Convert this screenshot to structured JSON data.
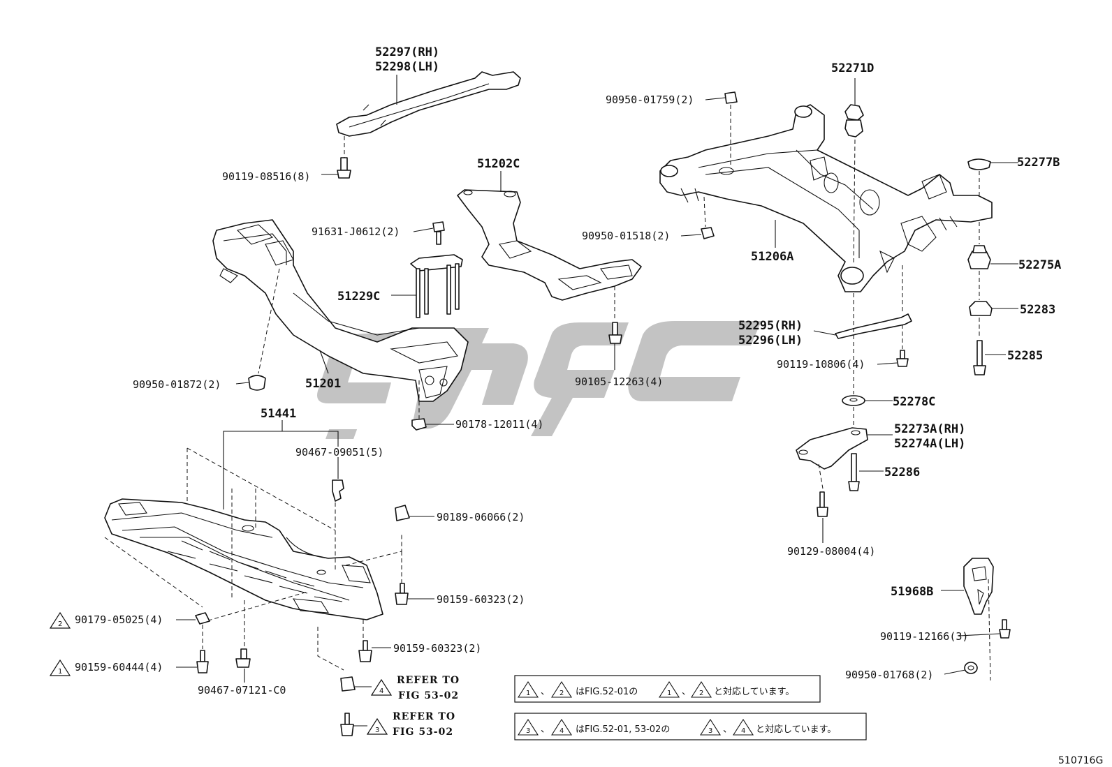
{
  "labels": {
    "p52297": "52297(RH)",
    "p52298": "52298(LH)",
    "p90119_08516": "90119-08516(8)",
    "p51202c": "51202C",
    "p91631": "91631-J0612(2)",
    "p51229c": "51229C",
    "p51201": "51201",
    "p90950_01872": "90950-01872(2)",
    "p90178": "90178-12011(4)",
    "p90105": "90105-12263(4)",
    "p52271d": "52271D",
    "p90950_01759": "90950-01759(2)",
    "p52277b": "52277B",
    "p90950_01518": "90950-01518(2)",
    "p51206a": "51206A",
    "p52275a": "52275A",
    "p52283": "52283",
    "p52295": "52295(RH)",
    "p52296": "52296(LH)",
    "p52285": "52285",
    "p90119_10806": "90119-10806(4)",
    "p52278c": "52278C",
    "p52273a": "52273A(RH)",
    "p52274a": "52274A(LH)",
    "p52286": "52286",
    "p90129": "90129-08004(4)",
    "p51441": "51441",
    "p90467_09051": "90467-09051(5)",
    "p90189": "90189-06066(2)",
    "p90159_60323a": "90159-60323(2)",
    "p90159_60323b": "90159-60323(2)",
    "p90179": "90179-05025(4)",
    "p90159_60444": "90159-60444(4)",
    "p90467_07121": "90467-07121-C0",
    "p51968b": "51968B",
    "p90119_12166": "90119-12166(3)",
    "p90950_01768": "90950-01768(2)"
  },
  "callouts": {
    "tri1": "1",
    "tri2": "2",
    "tri3": "3",
    "tri4": "4",
    "refer_to": "REFER TO",
    "fig_53_02": "FIG 53-02"
  },
  "notes": {
    "note1_sep": "、",
    "note1_mid": "はFIG.52-01の",
    "note1_end": "と対応しています。",
    "note2_sep": "、",
    "note2_mid": "はFIG.52-01, 53-02の",
    "note2_end": "と対応しています。"
  },
  "figure_id": "510716G",
  "colors": {
    "ink": "#111111",
    "watermark": "#b9b9b9"
  }
}
